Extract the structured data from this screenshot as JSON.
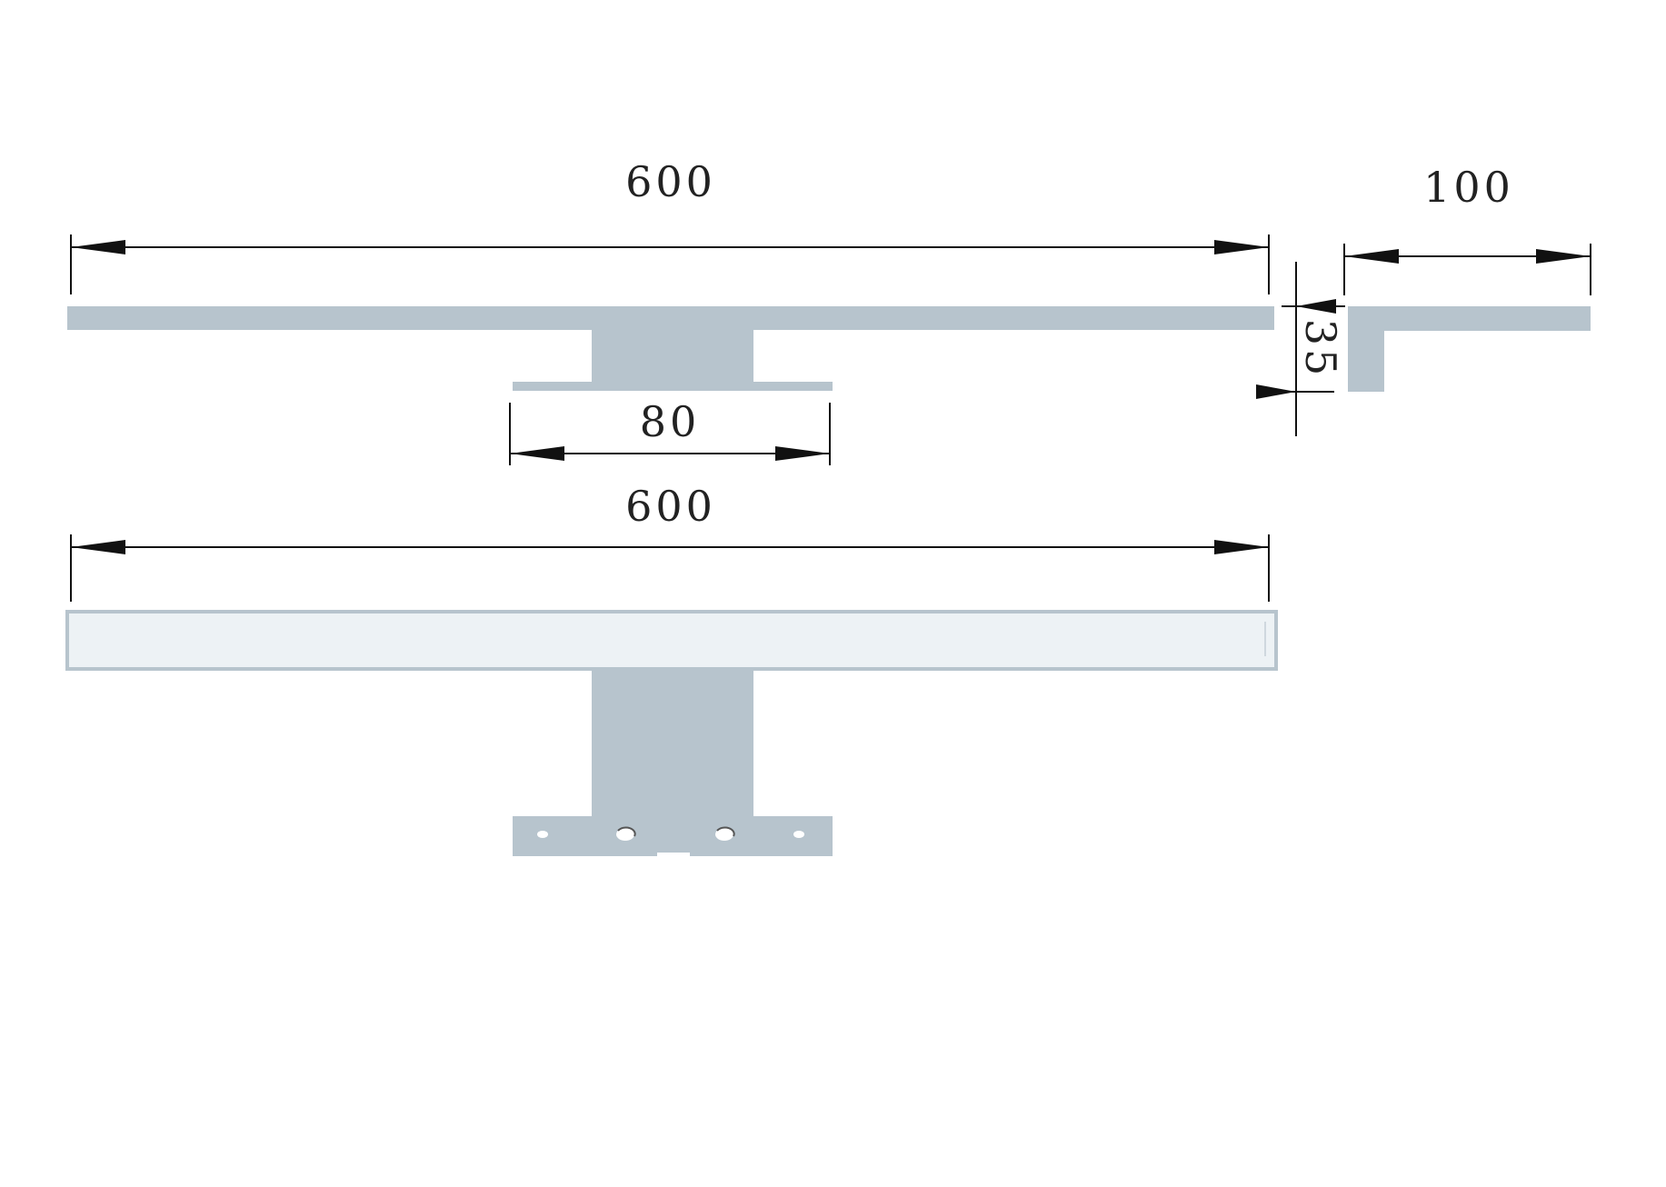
{
  "colors": {
    "metal": "#b7c4cd",
    "lens": "#edf2f5",
    "lens_edge": "#b7c4cd",
    "dimension_line": "#111111",
    "text": "#222222",
    "background": "#ffffff"
  },
  "dimensions": {
    "top_length": "600",
    "depth": "100",
    "height": "35",
    "bracket_width": "80",
    "front_length": "600"
  },
  "icons": {
    "arrow": "filled-arrowhead",
    "holes": "screw-hole"
  }
}
